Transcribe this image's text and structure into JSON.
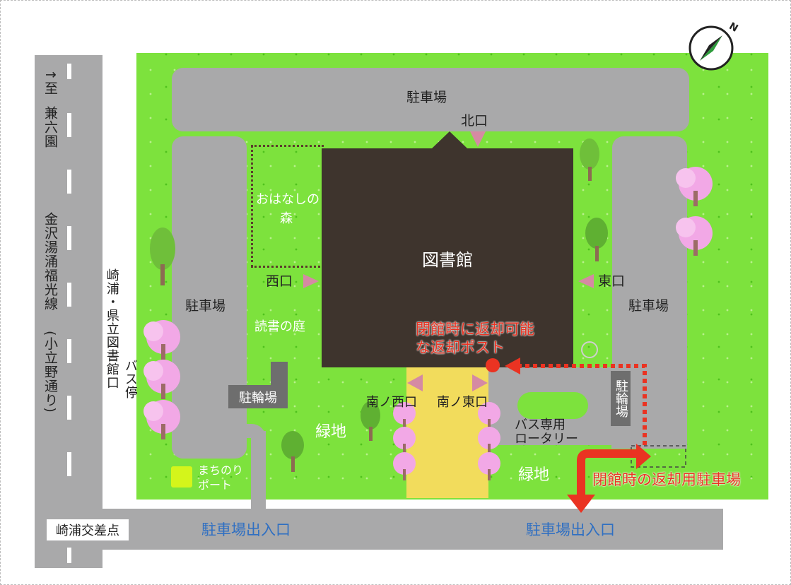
{
  "map": {
    "north_marker": "N",
    "road_west": {
      "direction": "↑至",
      "destination": "兼六園",
      "name": "金沢湯涌福光線",
      "alias": "(小立野通り)"
    },
    "intersection": "崎浦交差点",
    "bus_stop": "崎浦・県立図書館口",
    "bus_stop_label": "バス停",
    "building": "図書館",
    "parking_north": "駐車場",
    "parking_west": "駐車場",
    "parking_east": "駐車場",
    "forest_line1": "おはなしの",
    "forest_line2": "森",
    "reading_garden": "読書の庭",
    "green_west": "緑地",
    "green_east": "緑地",
    "entrances": {
      "north": "北口",
      "west": "西口",
      "east": "東口",
      "south_west": "南ノ西口",
      "south_east": "南ノ東口"
    },
    "bicycle_west": "駐輪場",
    "bicycle_east": "駐輪場",
    "bus_rotary_line1": "バス専用",
    "bus_rotary_line2": "ロータリー",
    "machinori_line1": "まちのり",
    "machinori_line2": "ポート",
    "return_post_line1": "閉館時に返却可能",
    "return_post_line2": "な返却ポスト",
    "return_parking": "閉館時の返却用駐車場",
    "exit_west": "駐車場出入口",
    "exit_east": "駐車場出入口"
  },
  "colors": {
    "grass": "#7de23d",
    "road": "#a9a9aa",
    "building": "#3e342d",
    "walkway": "#f2dc5c",
    "entrance_marker": "#d58aa3",
    "return_route": "#ea3322",
    "exit_label": "#2f6fc2",
    "cherry_tree": "#f2a8e6",
    "green_tree": "#6fbf3a"
  }
}
